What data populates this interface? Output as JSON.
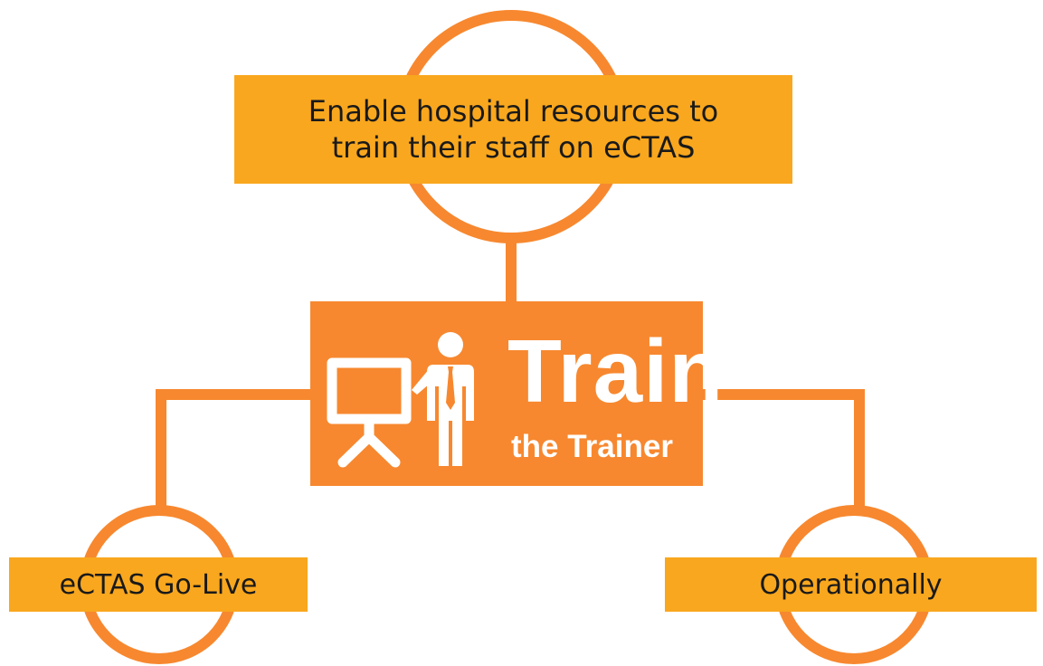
{
  "diagram": {
    "top_node": {
      "lines": [
        "Enable hospital resources to",
        "train their staff on eCTAS"
      ]
    },
    "center_node": {
      "logo_title": "Train",
      "logo_subtitle": "the Trainer",
      "icons": [
        "presentation-board-icon",
        "person-with-tie-icon"
      ]
    },
    "left_node": {
      "label": "eCTAS Go-Live"
    },
    "right_node": {
      "label": "Operationally"
    },
    "colors": {
      "connector": "#F7882F",
      "label_fill": "#F9A71E",
      "badge_fill": "#F7882F",
      "badge_text": "#FFFFFF",
      "label_text": "#1A1A1A"
    }
  }
}
